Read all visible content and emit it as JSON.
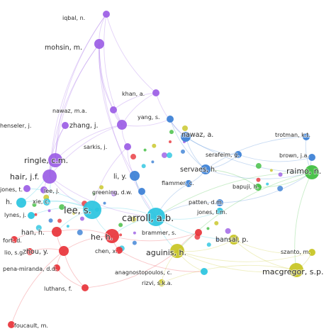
{
  "clusters": [
    {
      "id": "purple",
      "color": "#9b5de5"
    },
    {
      "id": "blue",
      "color": "#3a7fd5"
    },
    {
      "id": "cyan",
      "color": "#29c4e0"
    },
    {
      "id": "red",
      "color": "#e8333a"
    },
    {
      "id": "green",
      "color": "#3dbd3d"
    },
    {
      "id": "yellow",
      "color": "#c7c421"
    }
  ],
  "nodes": [
    {
      "id": "iqbal",
      "label": "iqbal, n.",
      "cluster": "purple",
      "weight": 2
    },
    {
      "id": "mohsin",
      "label": "mohsin, m.",
      "cluster": "purple",
      "weight": 3
    },
    {
      "id": "khan",
      "label": "khan, a.",
      "cluster": "purple",
      "weight": 2
    },
    {
      "id": "nawazma",
      "label": "nawaz, m.a.",
      "cluster": "purple",
      "weight": 2
    },
    {
      "id": "zhang",
      "label": "zhang, j.",
      "cluster": "purple",
      "weight": 3
    },
    {
      "id": "henseler",
      "label": "henseler, j.",
      "cluster": "purple",
      "weight": 2
    },
    {
      "id": "sarkis",
      "label": "sarkis, j.",
      "cluster": "purple",
      "weight": 2
    },
    {
      "id": "ringle",
      "label": "ringle, c.m.",
      "cluster": "purple",
      "weight": 4
    },
    {
      "id": "hair",
      "label": "hair, j.f.",
      "cluster": "purple",
      "weight": 4
    },
    {
      "id": "lij",
      "label": "lee, j.",
      "cluster": "purple",
      "weight": 2
    },
    {
      "id": "jones_p",
      "label": "jones, t.",
      "cluster": "purple",
      "weight": 2
    },
    {
      "id": "yang",
      "label": "yang, s.",
      "cluster": "blue",
      "weight": 2
    },
    {
      "id": "nawaza",
      "label": "nawaz, a.",
      "cluster": "blue",
      "weight": 3
    },
    {
      "id": "liy",
      "label": "li, y.",
      "cluster": "blue",
      "weight": 3
    },
    {
      "id": "greening",
      "label": "greening, d.w.",
      "cluster": "blue",
      "weight": 2
    },
    {
      "id": "flammer",
      "label": "flammer, c.",
      "cluster": "blue",
      "weight": 2
    },
    {
      "id": "servaes",
      "label": "servaes, h.",
      "cluster": "blue",
      "weight": 3
    },
    {
      "id": "serafeim",
      "label": "serafeim, g.",
      "cluster": "blue",
      "weight": 2
    },
    {
      "id": "trotman",
      "label": "trotman, k.t.",
      "cluster": "blue",
      "weight": 2
    },
    {
      "id": "brown",
      "label": "brown, j.a.",
      "cluster": "blue",
      "weight": 2
    },
    {
      "id": "patten",
      "label": "patten, d.m.",
      "cluster": "blue",
      "weight": 2
    },
    {
      "id": "jones_t",
      "label": "jones, t.m.",
      "cluster": "cyan",
      "weight": 2
    },
    {
      "id": "carroll",
      "label": "carroll, a.b.",
      "cluster": "cyan",
      "weight": 5
    },
    {
      "id": "lees",
      "label": "lee, s.",
      "cluster": "cyan",
      "weight": 5
    },
    {
      "id": "xiec",
      "label": "xie, c.",
      "cluster": "cyan",
      "weight": 2
    },
    {
      "id": "hcyan",
      "label": "h.",
      "cluster": "cyan",
      "weight": 3
    },
    {
      "id": "lynes",
      "label": "lynes, j.",
      "cluster": "cyan",
      "weight": 2
    },
    {
      "id": "anagnost",
      "label": "anagnostopoulos, c.",
      "cluster": "cyan",
      "weight": 2
    },
    {
      "id": "brammer",
      "label": "brammer, s.",
      "cluster": "red",
      "weight": 2
    },
    {
      "id": "heh",
      "label": "he, h.",
      "cluster": "red",
      "weight": 4
    },
    {
      "id": "hanh",
      "label": "han, h.",
      "cluster": "red",
      "weight": 3
    },
    {
      "id": "zhouy",
      "label": "zhou, y.",
      "cluster": "red",
      "weight": 3
    },
    {
      "id": "fort",
      "label": "fort, d.",
      "cluster": "red",
      "weight": 2
    },
    {
      "id": "liosg",
      "label": "lio, s.g.",
      "cluster": "red",
      "weight": 2
    },
    {
      "id": "chenx",
      "label": "chen, x.",
      "cluster": "red",
      "weight": 2
    },
    {
      "id": "pena",
      "label": "pena-miranda, d.d.",
      "cluster": "red",
      "weight": 2
    },
    {
      "id": "luthans",
      "label": "luthans, f.",
      "cluster": "red",
      "weight": 2
    },
    {
      "id": "foucault",
      "label": "foucault, m.",
      "cluster": "red",
      "weight": 2
    },
    {
      "id": "raimo",
      "label": "raimo, n.",
      "cluster": "green",
      "weight": 4
    },
    {
      "id": "bapuji",
      "label": "bapuji, h.",
      "cluster": "green",
      "weight": 2
    },
    {
      "id": "aguinis",
      "label": "aguinis, h.",
      "cluster": "yellow",
      "weight": 4
    },
    {
      "id": "bansal",
      "label": "bansal, p.",
      "cluster": "yellow",
      "weight": 3
    },
    {
      "id": "szanto",
      "label": "szanto, m.",
      "cluster": "yellow",
      "weight": 2
    },
    {
      "id": "macgregor",
      "label": "macgregor, s.p.",
      "cluster": "yellow",
      "weight": 4
    },
    {
      "id": "rizvi",
      "label": "rizvi, s.k.a.",
      "cluster": "yellow",
      "weight": 2
    }
  ],
  "links": [
    [
      "iqbal",
      "mohsin"
    ],
    [
      "iqbal",
      "khan"
    ],
    [
      "iqbal",
      "zhang"
    ],
    [
      "iqbal",
      "ringle"
    ],
    [
      "iqbal",
      "hair"
    ],
    [
      "mohsin",
      "zhang"
    ],
    [
      "mohsin",
      "hair"
    ],
    [
      "mohsin",
      "ringle"
    ],
    [
      "mohsin",
      "nawazma"
    ],
    [
      "mohsin",
      "liy"
    ],
    [
      "mohsin",
      "carroll"
    ],
    [
      "khan",
      "nawazma"
    ],
    [
      "khan",
      "nawaza"
    ],
    [
      "khan",
      "zhang"
    ],
    [
      "nawazma",
      "zhang"
    ],
    [
      "zhang",
      "sarkis"
    ],
    [
      "zhang",
      "ringle"
    ],
    [
      "zhang",
      "hair"
    ],
    [
      "zhang",
      "yang"
    ],
    [
      "henseler",
      "ringle"
    ],
    [
      "henseler",
      "hair"
    ],
    [
      "ringle",
      "hair"
    ],
    [
      "hair",
      "lij"
    ],
    [
      "hair",
      "lees"
    ],
    [
      "hair",
      "carroll"
    ],
    [
      "sarkis",
      "liy"
    ],
    [
      "sarkis",
      "lees"
    ],
    [
      "yang",
      "nawaza"
    ],
    [
      "yang",
      "servaes"
    ],
    [
      "nawaza",
      "servaes"
    ],
    [
      "nawaza",
      "serafeim"
    ],
    [
      "nawaza",
      "raimo"
    ],
    [
      "liy",
      "greening"
    ],
    [
      "liy",
      "carroll"
    ],
    [
      "flammer",
      "servaes"
    ],
    [
      "flammer",
      "carroll"
    ],
    [
      "servaes",
      "raimo"
    ],
    [
      "servaes",
      "serafeim"
    ],
    [
      "serafeim",
      "brown"
    ],
    [
      "trotman",
      "raimo"
    ],
    [
      "trotman",
      "servaes"
    ],
    [
      "brown",
      "raimo"
    ],
    [
      "patten",
      "raimo"
    ],
    [
      "patten",
      "carroll"
    ],
    [
      "bapuji",
      "raimo"
    ],
    [
      "bapuji",
      "servaes"
    ],
    [
      "raimo",
      "carroll"
    ],
    [
      "raimo",
      "macgregor"
    ],
    [
      "raimo",
      "aguinis"
    ],
    [
      "carroll",
      "lees"
    ],
    [
      "carroll",
      "heh"
    ],
    [
      "carroll",
      "aguinis"
    ],
    [
      "carroll",
      "bansal"
    ],
    [
      "carroll",
      "greening"
    ],
    [
      "carroll",
      "jones_t"
    ],
    [
      "lees",
      "heh"
    ],
    [
      "lees",
      "hanh"
    ],
    [
      "lees",
      "xiec"
    ],
    [
      "lees",
      "hcyan"
    ],
    [
      "lees",
      "lynes"
    ],
    [
      "lees",
      "jones_p"
    ],
    [
      "heh",
      "hanh"
    ],
    [
      "heh",
      "zhouy"
    ],
    [
      "heh",
      "brammer"
    ],
    [
      "heh",
      "chenx"
    ],
    [
      "hanh",
      "zhouy"
    ],
    [
      "hanh",
      "fort"
    ],
    [
      "zhouy",
      "liosg"
    ],
    [
      "zhouy",
      "pena"
    ],
    [
      "zhouy",
      "luthans"
    ],
    [
      "zhouy",
      "foucault"
    ],
    [
      "pena",
      "luthans"
    ],
    [
      "aguinis",
      "bansal"
    ],
    [
      "aguinis",
      "macgregor"
    ],
    [
      "aguinis",
      "anagnost"
    ],
    [
      "aguinis",
      "rizvi"
    ],
    [
      "aguinis",
      "szanto"
    ],
    [
      "bansal",
      "macgregor"
    ],
    [
      "bansal",
      "szanto"
    ],
    [
      "macgregor",
      "szanto"
    ],
    [
      "macgregor",
      "rizvi"
    ],
    [
      "brammer",
      "aguinis"
    ],
    [
      "chenx",
      "anagnost"
    ],
    [
      "luthans",
      "aguinis"
    ],
    [
      "hcyan",
      "ringle"
    ],
    [
      "xiec",
      "hair"
    ]
  ]
}
